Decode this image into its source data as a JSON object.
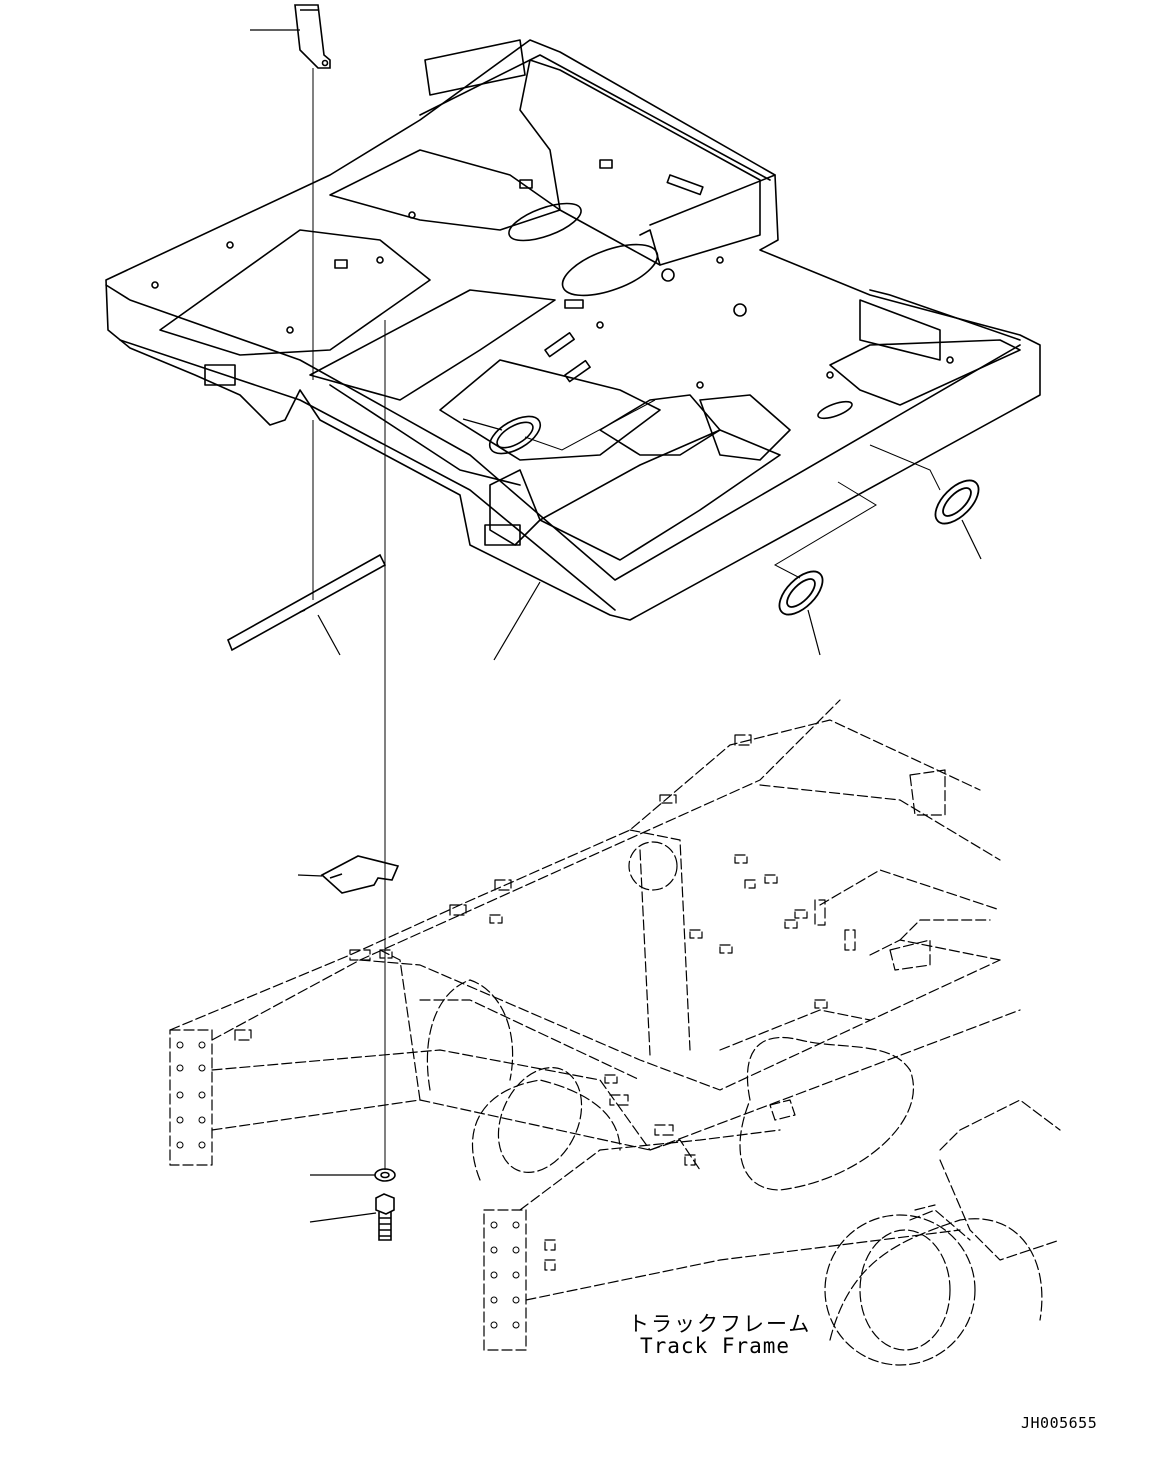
{
  "labels": {
    "track_frame_jp": "トラックフレーム",
    "track_frame_en": "Track Frame",
    "drawing_code": "JH005655"
  },
  "colors": {
    "line": "#000000",
    "background": "#ffffff"
  }
}
